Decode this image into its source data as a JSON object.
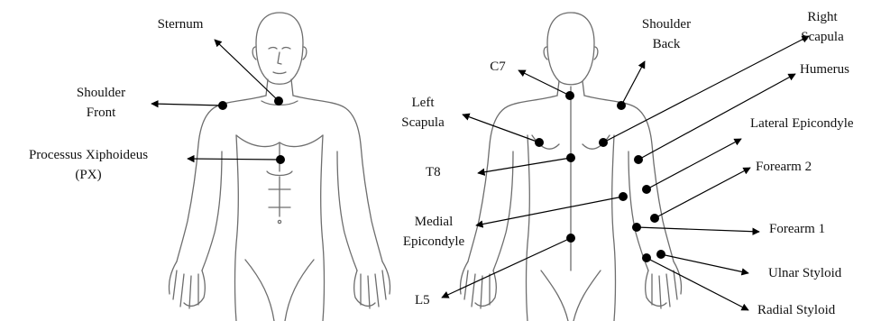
{
  "labels": {
    "sternum": "Sternum",
    "shoulder_front": [
      "Shoulder",
      "Front"
    ],
    "processus": [
      "Processus Xiphoideus",
      "(PX)"
    ],
    "c7": "C7",
    "shoulder_back": [
      "Shoulder",
      "Back"
    ],
    "right_scapula": [
      "Right",
      "Scapula"
    ],
    "humerus": "Humerus",
    "left_scapula": [
      "Left",
      "Scapula"
    ],
    "lateral_epicondyle": "Lateral Epicondyle",
    "t8": "T8",
    "forearm2": "Forearm 2",
    "medial_epicondyle": [
      "Medial",
      "Epicondyle"
    ],
    "forearm1": "Forearm 1",
    "l5": "L5",
    "ulnar_styloid": "Ulnar Styloid",
    "radial_styloid": "Radial Styloid"
  },
  "colors": {
    "marker": "#000000",
    "outline": "#6e6e6e",
    "text": "#111111"
  }
}
